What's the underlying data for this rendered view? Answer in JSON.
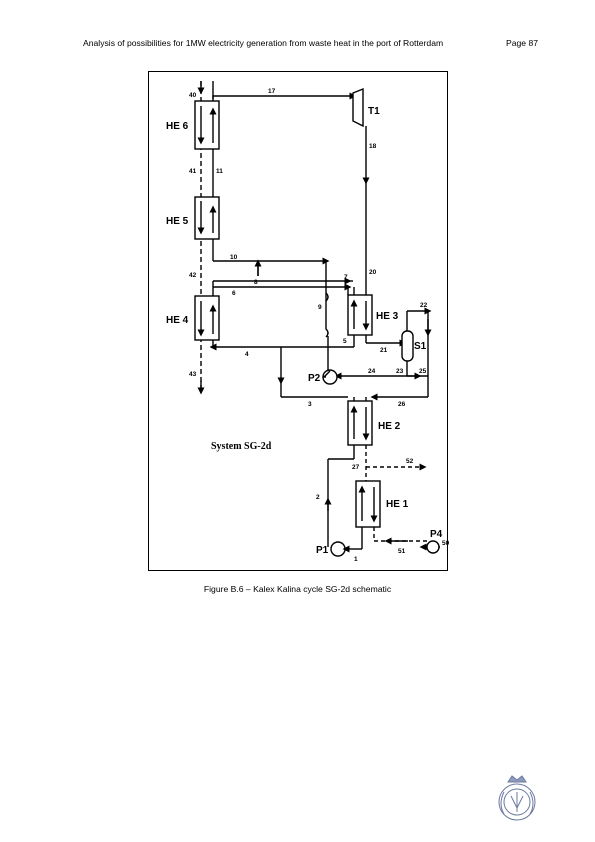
{
  "header": {
    "title": "Analysis of possibilities for 1MW electricity generation from waste heat in the port of Rotterdam",
    "page": "Page 87"
  },
  "diagram": {
    "system_label": "System SG-2d",
    "components": {
      "he6": "HE 6",
      "he5": "HE 5",
      "he4": "HE 4",
      "he3": "HE 3",
      "he2": "HE 2",
      "he1": "HE 1",
      "t1": "T1",
      "s1": "S1",
      "p1": "P1",
      "p2": "P2",
      "p4": "P4"
    },
    "streams": {
      "s1": "1",
      "s2": "2",
      "s3": "3",
      "s4": "4",
      "s5": "5",
      "s6": "6",
      "s7": "7",
      "s8": "8",
      "s9": "9",
      "s10": "10",
      "s11": "11",
      "s17": "17",
      "s18": "18",
      "s20": "20",
      "s21": "21",
      "s22": "22",
      "s23": "23",
      "s24": "24",
      "s25": "25",
      "s26": "26",
      "s27": "27",
      "s40": "40",
      "s41": "41",
      "s42": "42",
      "s43": "43",
      "s50": "50",
      "s51": "51",
      "s52": "52"
    }
  },
  "caption": "Figure B.6 – Kalex Kalina cycle SG-2d schematic"
}
